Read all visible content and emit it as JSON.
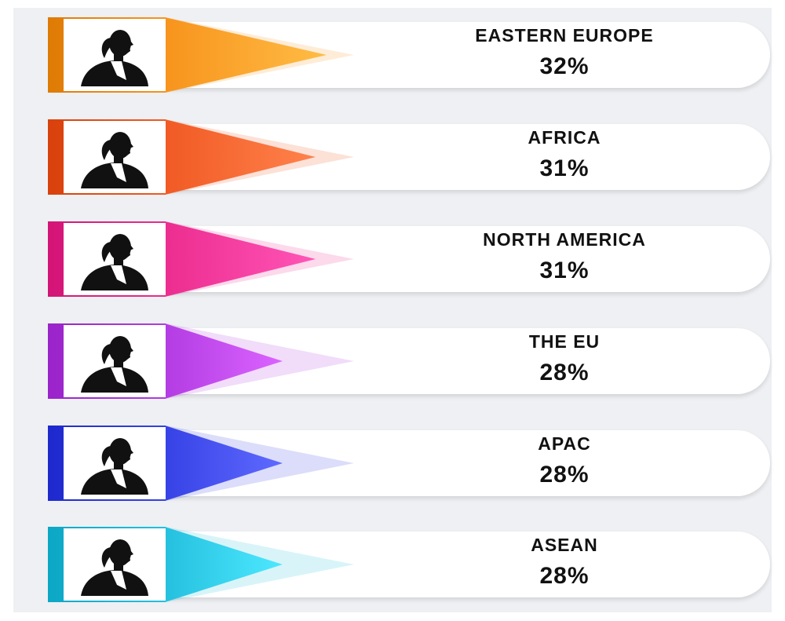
{
  "chart_data": {
    "type": "bar",
    "categories": [
      "EASTERN EUROPE",
      "AFRICA",
      "NORTH AMERICA",
      "THE EU",
      "APAC",
      "ASEAN"
    ],
    "values": [
      32,
      31,
      31,
      28,
      28,
      28
    ],
    "value_labels": [
      "32%",
      "31%",
      "31%",
      "28%",
      "28%",
      "28%"
    ],
    "icon": "woman-silhouette-icon",
    "colors": [
      "#f7941d",
      "#f15a24",
      "#ec2d8f",
      "#b33ce3",
      "#3742e6",
      "#25c0de"
    ]
  }
}
